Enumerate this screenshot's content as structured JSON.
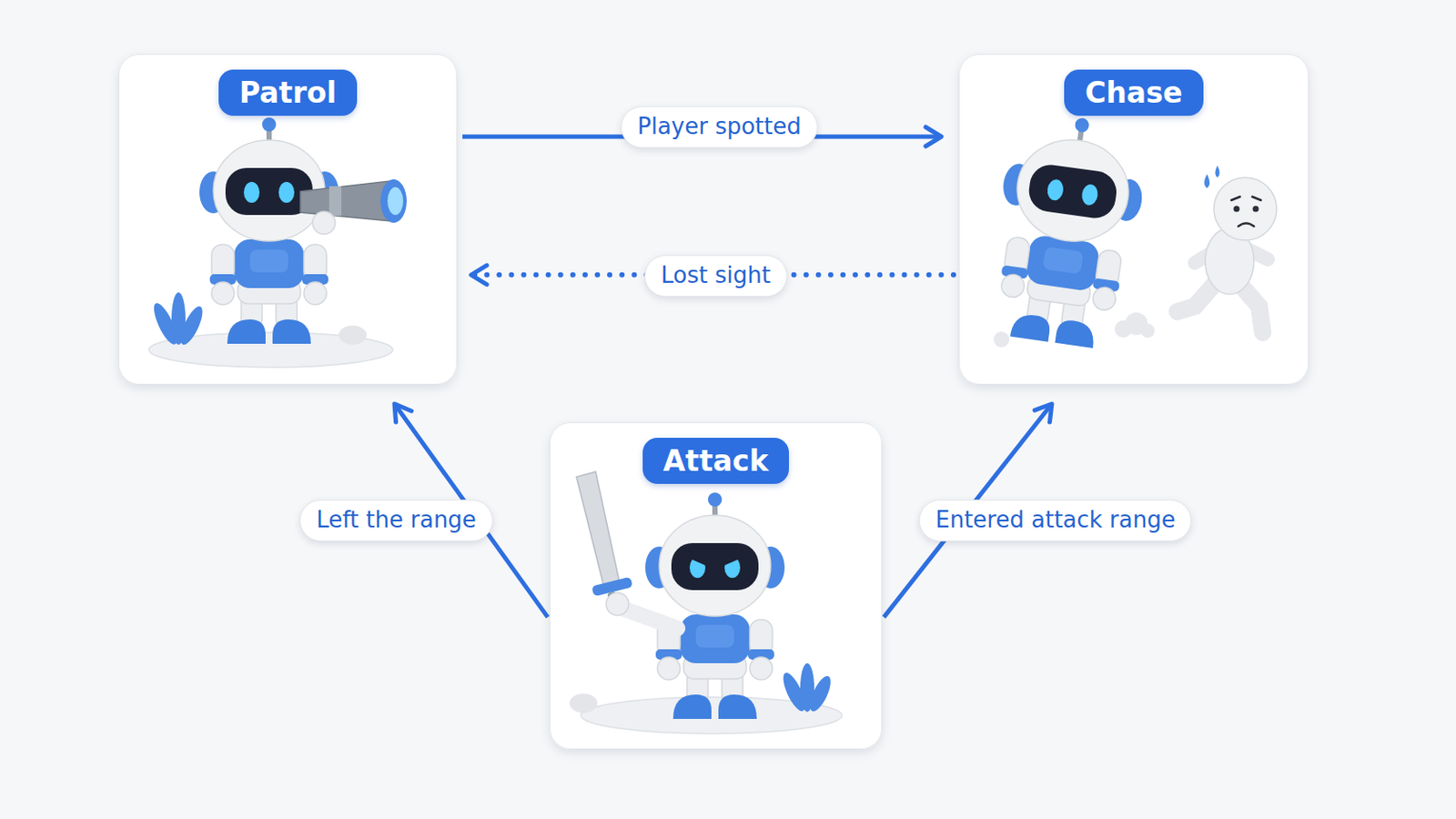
{
  "diagram": {
    "nodes": [
      {
        "text": [
          "Patrol"
        ]
      },
      {
        "text": [
          "Chase"
        ]
      },
      {
        "text": [
          "Attack"
        ]
      }
    ],
    "edges": [
      {
        "from": 0,
        "to": 1,
        "label": "Player spotted",
        "arrow": "to"
      },
      {
        "from": 1,
        "to": 0,
        "label": "Lost sight",
        "arrow": "to"
      },
      {
        "from": 2,
        "to": 0,
        "label": "Left the range",
        "arrow": "to"
      },
      {
        "from": 2,
        "to": 1,
        "label": "Entered attack range",
        "arrow": "to"
      }
    ]
  }
}
